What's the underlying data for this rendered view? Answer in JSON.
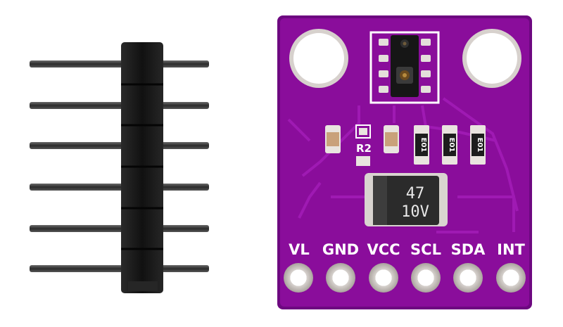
{
  "board": {
    "pin_labels": [
      "VL",
      "GND",
      "VCC",
      "SCL",
      "SDA",
      "INT"
    ],
    "resistor_label": "R2",
    "resistor_codes": [
      "E01",
      "E01",
      "E01"
    ],
    "capacitor": {
      "value_line1": "47",
      "value_line2": "10V"
    }
  },
  "colors": {
    "pcb": "#8a0d9b",
    "pcb_edge": "#6d0880",
    "silkscreen": "#ffffff",
    "pads": "#cfc9c4",
    "header_plastic": "#1a1a1a",
    "header_pins": "#3b3b3b"
  },
  "icons": {
    "header": "pin-header-icon",
    "sensor": "ir-sensor-chip-icon"
  }
}
